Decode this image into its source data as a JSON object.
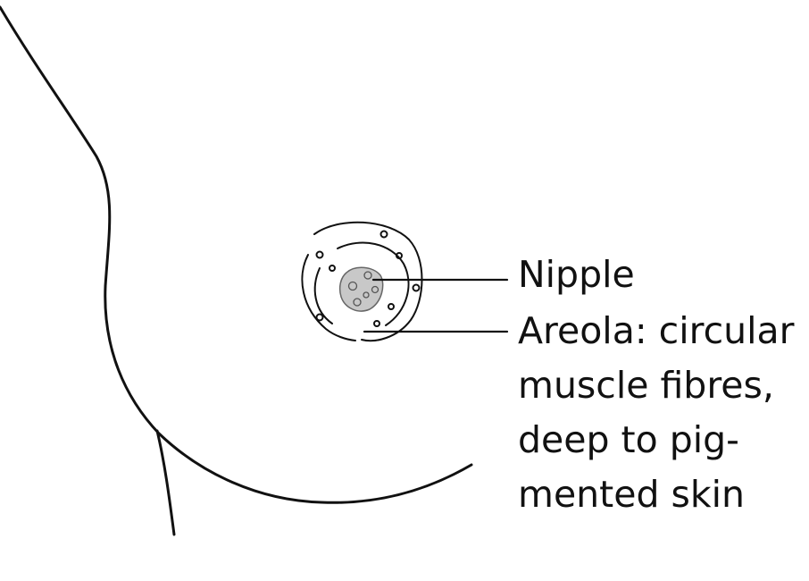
{
  "labels": {
    "nipple": "Nipple",
    "areola_lines": [
      "Areola: circular",
      "muscle fibres,",
      "deep to pig-",
      "mented skin"
    ]
  },
  "colors": {
    "ink": "#111111",
    "nipple_fill": "#c8c8c8",
    "background": "#ffffff"
  }
}
